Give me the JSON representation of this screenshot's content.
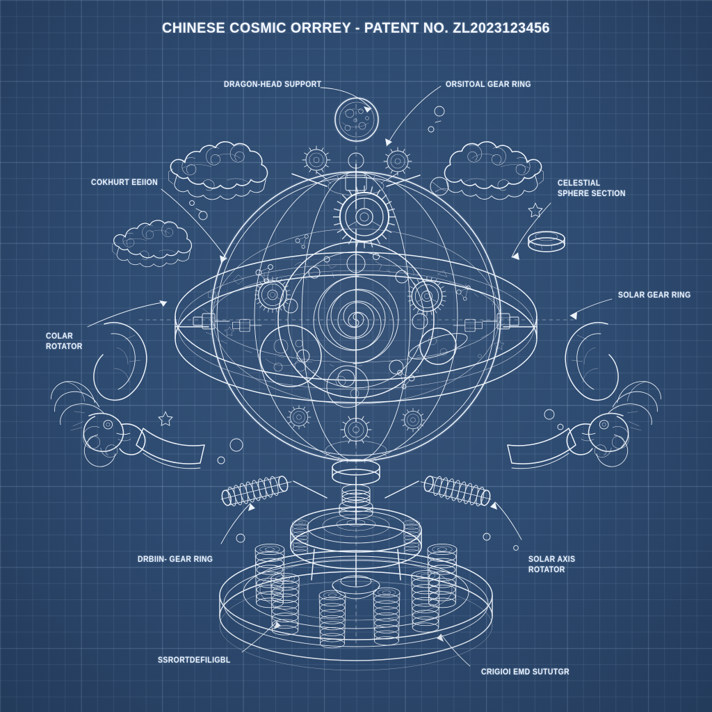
{
  "document": {
    "title": "CHINESE COSMIC ORRREY - PATENT NO. ZL2023123456",
    "style": "blueprint",
    "colors": {
      "background": "#2e4b71",
      "grid_line": "#6a8cb5",
      "ink": "#eef4fb"
    }
  },
  "callouts": [
    {
      "id": "dragon-head-support",
      "text": "DRAGON-HEAD SUPPORT"
    },
    {
      "id": "orbital-gear-ring-top",
      "text": "ORSITOAL GEAR RING"
    },
    {
      "id": "cloud-section",
      "text": "COKHURT EEIION"
    },
    {
      "id": "celestial-sphere",
      "text": "CELESTIAL\nSPHERE SECTION"
    },
    {
      "id": "solar-gear-ring",
      "text": "SOLAR GEAR RING"
    },
    {
      "id": "collar-rotator",
      "text": "COLAR\nROTATOR"
    },
    {
      "id": "orbital-gear-ring-base",
      "text": "DRBIIN- GEAR RING"
    },
    {
      "id": "solar-axis-rotator",
      "text": "SOLAR AXIS\nROTATOR"
    },
    {
      "id": "support-footing",
      "text": "SSRORTDEFILIGBL"
    },
    {
      "id": "origin-base-structure",
      "text": "CRIGIOI EMD SUTUTGR"
    }
  ],
  "assembly": {
    "name": "Chinese Cosmic Orrery",
    "components": [
      "celestial sphere (armillary) with latitude and longitude rings",
      "equatorial band engraved with constellation glyphs",
      "central sun spiral with concentric planetary orbits",
      "orbital drive gear train",
      "dragon-head supports (four)",
      "ruyi cloud motif brackets (four)",
      "coil spring columns on circular base plate",
      "solar axis rotator shafts with helical springs",
      "stepped circular pedestal base"
    ]
  }
}
